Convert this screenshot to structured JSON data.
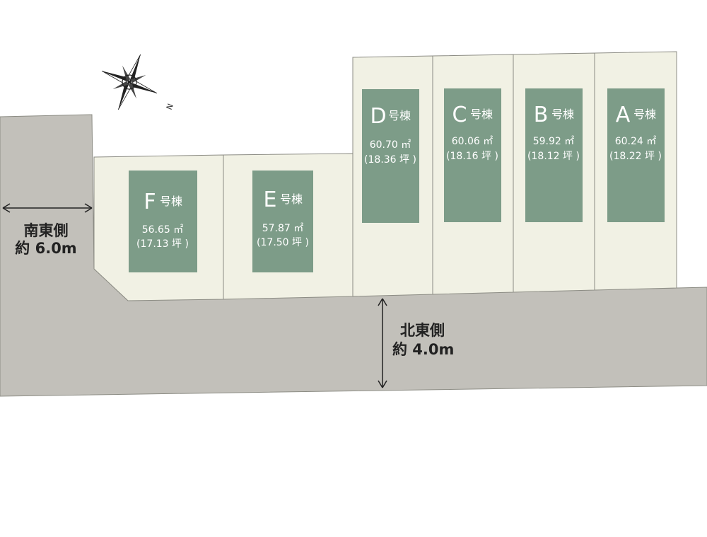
{
  "roads": {
    "southeast": {
      "direction": "南東側",
      "width": "約 6.0m"
    },
    "northeast": {
      "direction": "北東側",
      "width": "約 4.0m"
    }
  },
  "compass": {
    "north_label": "N"
  },
  "houses": [
    {
      "id": "A",
      "suffix": "号棟",
      "area": "60.24 ㎡",
      "tsubo": "(18.22 坪 )"
    },
    {
      "id": "B",
      "suffix": "号棟",
      "area": "59.92 ㎡",
      "tsubo": "(18.12 坪 )"
    },
    {
      "id": "C",
      "suffix": "号棟",
      "area": "60.06 ㎡",
      "tsubo": "(18.16 坪 )"
    },
    {
      "id": "D",
      "suffix": "号棟",
      "area": "60.70 ㎡",
      "tsubo": "(18.36 坪 )"
    },
    {
      "id": "E",
      "suffix": "号棟",
      "area": "57.87 ㎡",
      "tsubo": "(17.50 坪 )"
    },
    {
      "id": "F",
      "suffix": "号棟",
      "area": "56.65 ㎡",
      "tsubo": "(17.13 坪 )"
    }
  ],
  "colors": {
    "road": "#c2c0ba",
    "lot": "#f1f1e4",
    "building": "#7d9c88",
    "line": "#8c8c84"
  }
}
